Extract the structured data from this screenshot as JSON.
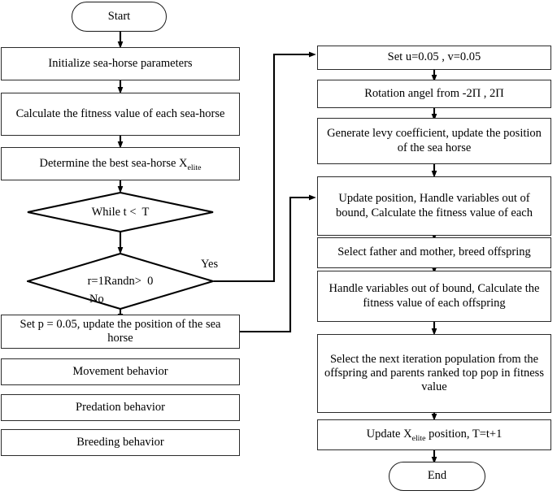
{
  "diagram": {
    "title": "Sea-horse optimization algorithm flowchart",
    "stroke_color": "#2b2b2b",
    "text_color": "#000000",
    "background": "#ffffff"
  },
  "left_column": {
    "start": {
      "label": "Start",
      "shape": "terminator"
    },
    "steps": [
      {
        "label": "Initialize sea-horse parameters",
        "shape": "process"
      },
      {
        "label": "Calculate the fitness value of each sea-horse",
        "shape": "process"
      },
      {
        "label": "Determine the best sea-horse X",
        "sub": "elite",
        "shape": "process"
      }
    ],
    "decisions": [
      {
        "label": "While t <  T",
        "shape": "decision"
      },
      {
        "label": "r=1Randn>  0",
        "shape": "decision",
        "yes": "Yes",
        "no": "No"
      }
    ],
    "after_decision": [
      {
        "label": "Set p = 0.05, update the position of the sea horse",
        "shape": "process"
      },
      {
        "label": "Movement behavior",
        "shape": "process"
      },
      {
        "label": "Predation behavior",
        "shape": "process"
      },
      {
        "label": "Breeding behavior",
        "shape": "process"
      }
    ]
  },
  "right_column": {
    "steps": [
      {
        "label": "Set u=0.05 , v=0.05",
        "shape": "process"
      },
      {
        "label": "Rotation angel from -2Π , 2Π",
        "shape": "process"
      },
      {
        "label": "Generate levy coefficient, update the position of the sea horse",
        "shape": "process"
      },
      {
        "label": "Update position, Handle variables out of bound, Calculate the fitness value of each",
        "shape": "process"
      },
      {
        "label": "Select father and mother, breed offspring",
        "shape": "process"
      },
      {
        "label": "Handle variables out of bound, Calculate the fitness value of each offspring",
        "shape": "process"
      },
      {
        "label": "Select the next iteration population from the offspring and parents ranked top pop in fitness value",
        "shape": "process"
      },
      {
        "label": "Update X",
        "sub": "elite",
        "label_tail": "  position, T=t+1",
        "shape": "process"
      }
    ],
    "end": {
      "label": "End",
      "shape": "terminator"
    }
  }
}
